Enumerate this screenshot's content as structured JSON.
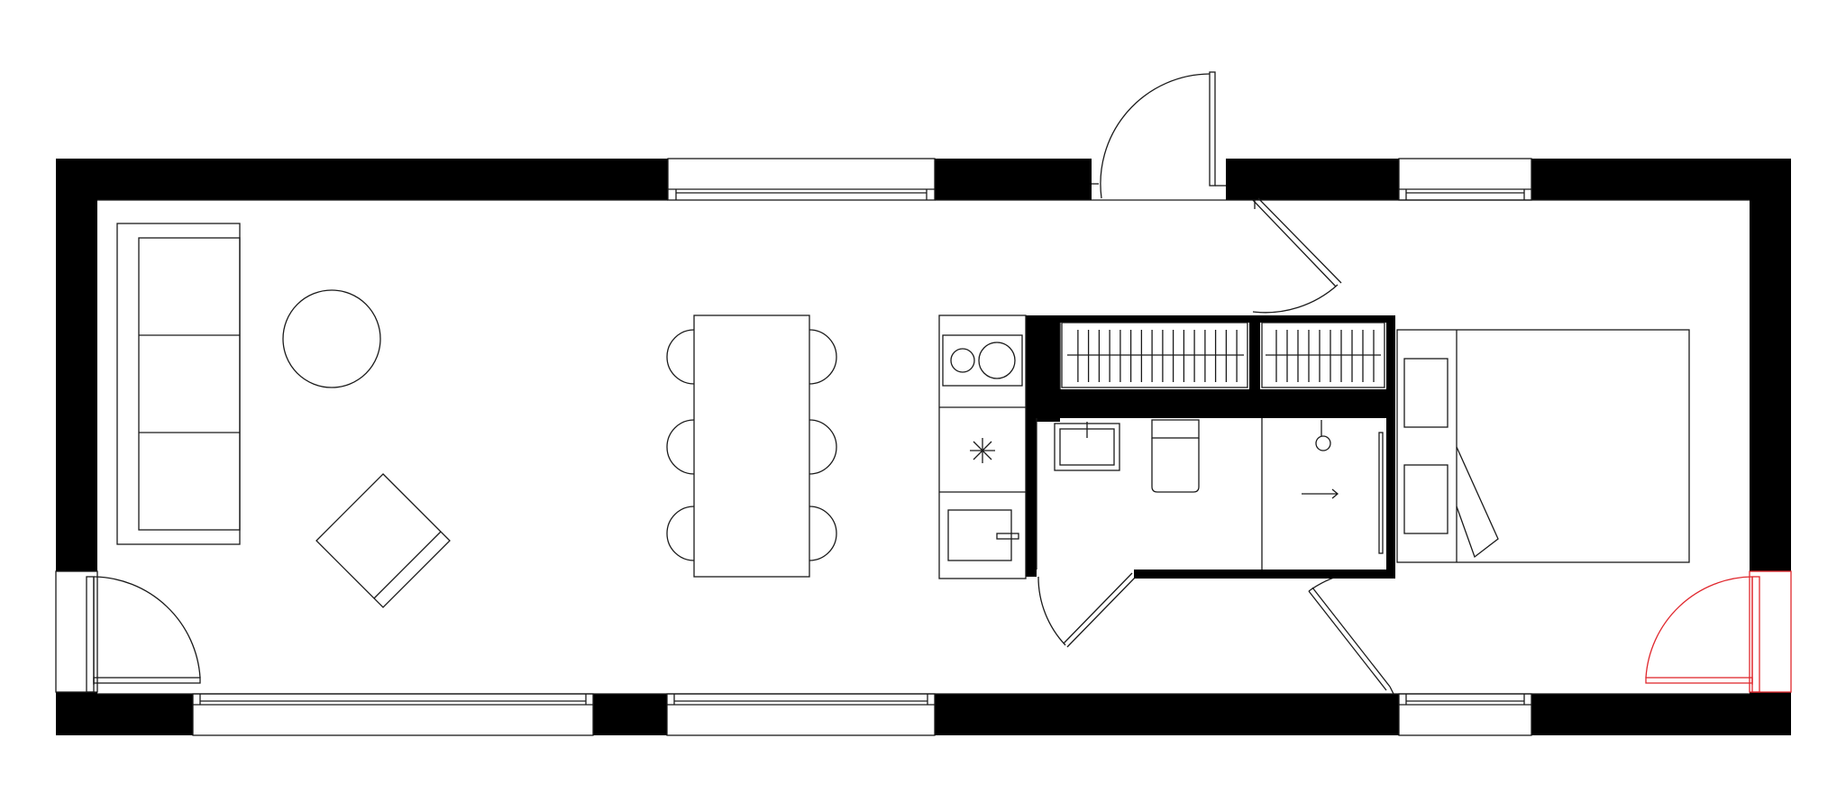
{
  "plan": {
    "colors": {
      "background": "#ffffff",
      "wall": "#000000",
      "line": "#1a1a1a",
      "highlight": "#e0282e"
    },
    "rooms": [
      "living-area",
      "dining-area",
      "kitchen",
      "storage",
      "washroom",
      "shower",
      "bedroom"
    ],
    "fixtures": [
      "sofa",
      "round-coffee-table",
      "square-armchair",
      "dining-table",
      "dining-chair",
      "stove-burners",
      "extractor-fan",
      "kitchen-sink",
      "bathroom-sink",
      "toilet",
      "shower-drain",
      "bed",
      "nightstand"
    ],
    "highlighted_element": "bedroom-exterior-door"
  }
}
